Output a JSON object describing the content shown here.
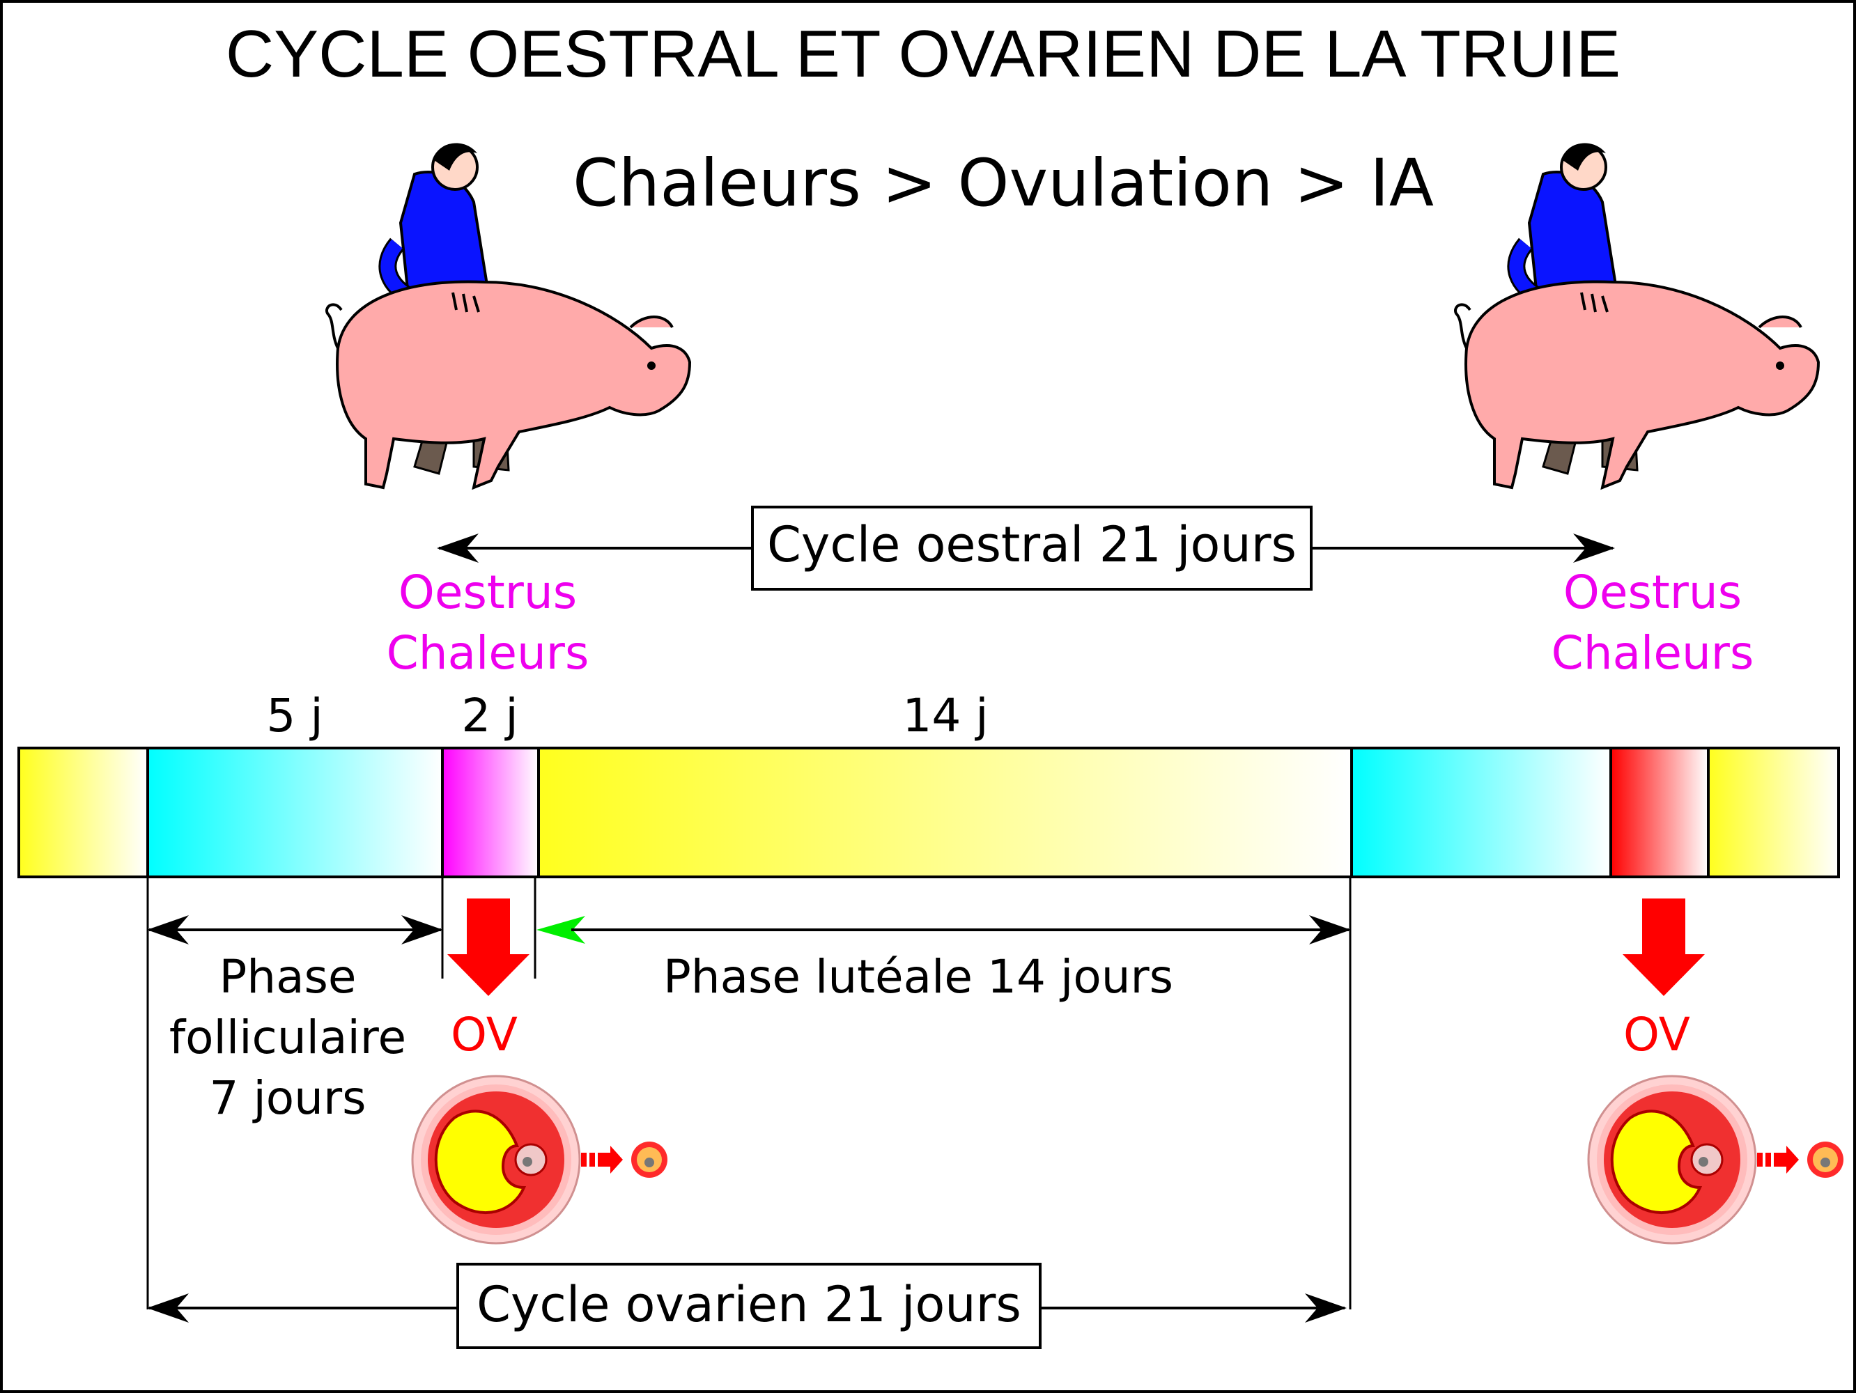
{
  "title": "CYCLE OESTRAL ET OVARIEN DE LA TRUIE",
  "subtitle": "Chaleurs > Ovulation > IA",
  "cycle_oestral_label": "Cycle oestral 21 jours",
  "oestrus_left": {
    "line1": "Oestrus",
    "line2": "Chaleurs"
  },
  "oestrus_right": {
    "line1": "Oestrus",
    "line2": "Chaleurs"
  },
  "durations": {
    "d1": "5 j",
    "d2": "2 j",
    "d3": "14 j"
  },
  "phase_folliculaire": {
    "line1": "Phase",
    "line2": "folliculaire",
    "line3": "7 jours"
  },
  "phase_luteale": "Phase lutéale 14 jours",
  "ov_left": "OV",
  "ov_right": "OV",
  "cycle_ovarien_label": "Cycle ovarien 21 jours",
  "colors": {
    "yellow": "#ffff1e",
    "cyan": "#00ffff",
    "magenta": "#ff00ff",
    "red": "#ff0000",
    "pig": "#ffaaaa",
    "shirt": "#0a14ff",
    "green_arrow": "#00ee00",
    "label_magenta": "#ee00ee"
  }
}
